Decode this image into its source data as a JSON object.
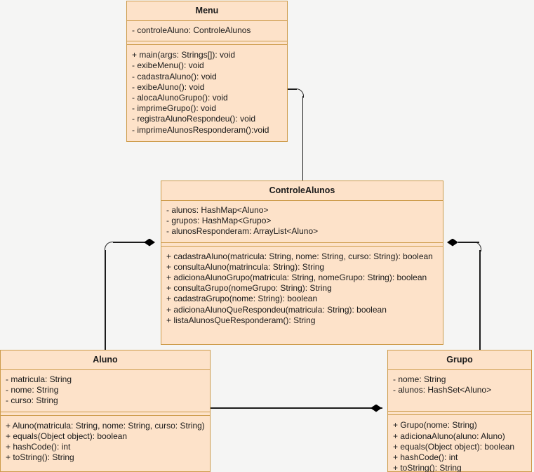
{
  "diagram": {
    "kind": "uml-class-diagram",
    "colors": {
      "background": "#f5f5f4",
      "class_fill": "#fde2c9",
      "class_border": "#cd9b4a",
      "connector": "#1c1c1c",
      "diamond": "#000000",
      "text": "#1a1a1a"
    }
  },
  "classes": {
    "menu": {
      "name": "Menu",
      "attributes": [
        "- controleAluno: ControleAlunos"
      ],
      "methods": [
        "+ main(args: Strings[]): void",
        "- exibeMenu(): void",
        "- cadastraAluno(): void",
        "- exibeAluno(): void",
        "- alocaAlunoGrupo(): void",
        "- imprimeGrupo(): void",
        "- registraAlunoRespondeu(): void",
        "- imprimeAlunosResponderam():void"
      ]
    },
    "controle_alunos": {
      "name": "ControleAlunos",
      "attributes": [
        "- alunos: HashMap<Aluno>",
        "- grupos: HashMap<Grupo>",
        "- alunosResponderam: ArrayList<Aluno>"
      ],
      "methods": [
        "+ cadastraAluno(matricula: String, nome: String, curso: String): boolean",
        "+ consultaAluno(matrincula: String): String",
        "+ adicionaAlunoGrupo(matricula: String, nomeGrupo: String): boolean",
        "+ consultaGrupo(nomeGrupo: String): String",
        "+ cadastraGrupo(nome: String): boolean",
        "+ adicionaAlunoQueRespondeu(matricula: String): boolean",
        "+ listaAlunosQueResponderam(): String"
      ]
    },
    "aluno": {
      "name": "Aluno",
      "attributes": [
        "- matricula: String",
        "- nome: String",
        "- curso: String"
      ],
      "methods": [
        "+ Aluno(matricula: String, nome: String, curso: String)",
        "+ equals(Object object): boolean",
        "+ hashCode(): int",
        "+ toString(): String"
      ]
    },
    "grupo": {
      "name": "Grupo",
      "attributes": [
        "- nome: String",
        "- alunos: HashSet<Aluno>"
      ],
      "methods": [
        "+ Grupo(nome: String)",
        "+ adicionaAluno(aluno: Aluno)",
        "+ equals(Object object): boolean",
        "+ hashCode(): int",
        "+ toString(): String"
      ]
    }
  },
  "relationships": [
    {
      "id": "menu-controlealunos",
      "from": "Menu",
      "to": "ControleAlunos",
      "type": "association"
    },
    {
      "id": "controlealunos-aluno",
      "from": "ControleAlunos",
      "to": "Aluno",
      "type": "composition"
    },
    {
      "id": "controlealunos-grupo",
      "from": "ControleAlunos",
      "to": "Grupo",
      "type": "composition"
    },
    {
      "id": "aluno-grupo",
      "from": "Aluno",
      "to": "Grupo",
      "type": "composition"
    }
  ]
}
